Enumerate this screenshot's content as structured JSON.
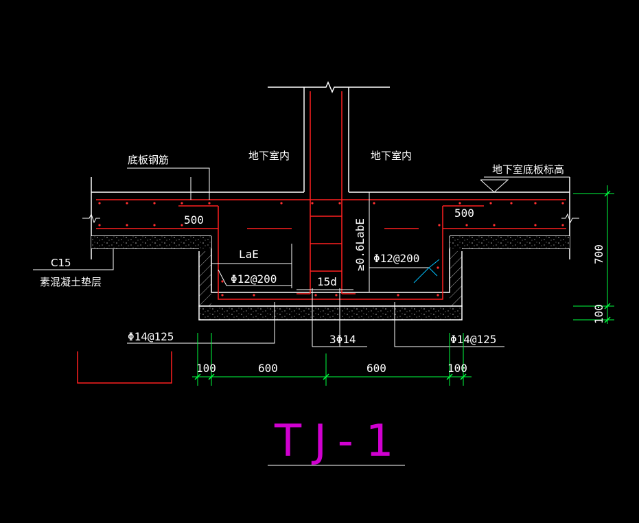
{
  "labels": {
    "slab_rebar": "底板钢筋",
    "basement_interior_left": "地下室内",
    "basement_interior_right": "地下室内",
    "basement_slab_elevation": "地下室底板标高",
    "concrete_grade": "C15",
    "concrete_cushion": "素混凝土垫层",
    "lap_left": "500",
    "lap_right": "500",
    "anchorage": "LaE",
    "stirrup_left": "Φ12@200",
    "stirrup_right": "Φ12@200",
    "column_anchor": "≥0.6LabE",
    "hook": "15d",
    "bottom_bar_left": "Φ14@125",
    "bottom_bar_right": "Φ14@125",
    "corner_bars": "3Φ14"
  },
  "dimensions": {
    "edge_left": "100",
    "half_left": "600",
    "half_right": "600",
    "edge_right": "100",
    "depth": "700",
    "cushion": "100"
  },
  "title": "TJ-1",
  "colors": {
    "background": "#000000",
    "lines": "#ffffff",
    "rebar": "#ff2020",
    "dimension": "#00ff40",
    "title": "#d000d0",
    "leader": "#00c0ff"
  }
}
